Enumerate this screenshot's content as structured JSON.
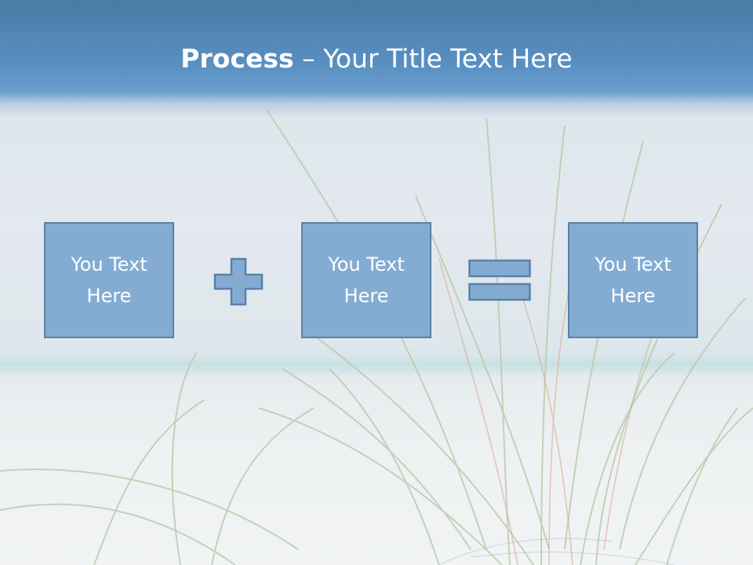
{
  "slide": {
    "title_bold": "Process",
    "title_rest": " – Your Title Text Here",
    "boxes": [
      {
        "label": "You Text Here"
      },
      {
        "label": "You Text Here"
      },
      {
        "label": "You Text Here"
      }
    ],
    "operators": [
      "plus-icon",
      "equals-icon"
    ]
  },
  "colors": {
    "header": "#5890c2",
    "box_fill": "#84acd3",
    "box_border": "#5a80a6",
    "text": "#ffffff"
  }
}
